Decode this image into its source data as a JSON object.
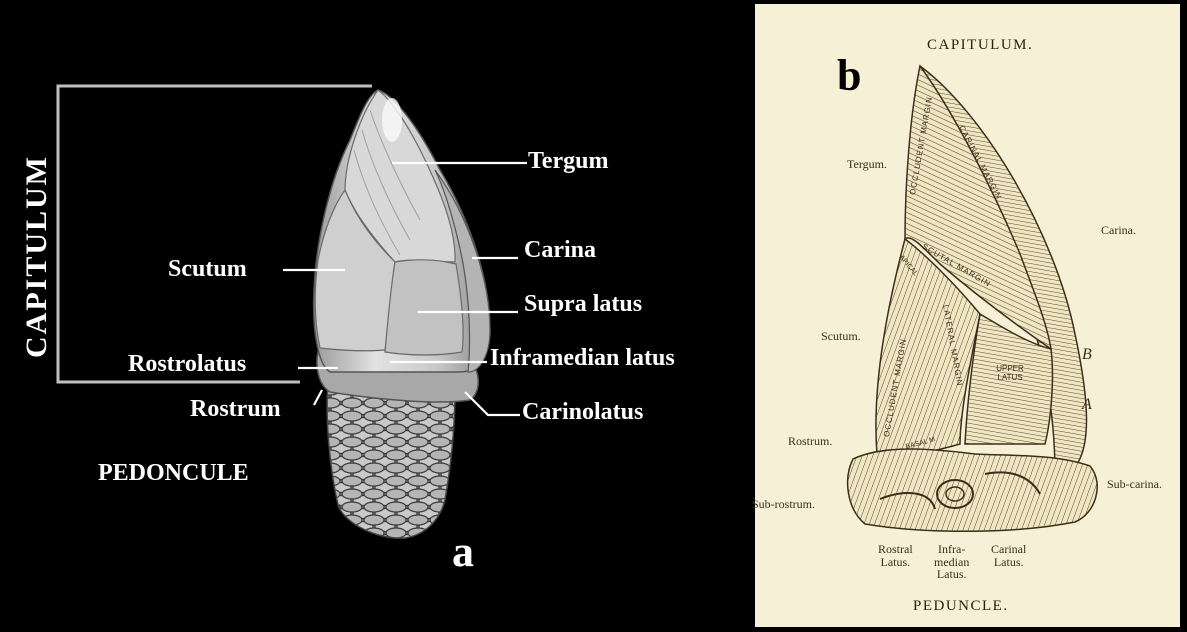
{
  "panel_a": {
    "panel_letter": "a",
    "side_label": "CAPITULUM",
    "labels": {
      "tergum": "Tergum",
      "scutum": "Scutum",
      "carina": "Carina",
      "supra_latus": "Supra latus",
      "rostrolatus": "Rostrolatus",
      "inframedian_latus": "Inframedian latus",
      "rostrum": "Rostrum",
      "carinolatus": "Carinolatus",
      "pedoncule": "PEDONCULE"
    }
  },
  "panel_b": {
    "panel_letter": "b",
    "header": "CAPITULUM.",
    "footer": "PEDUNCLE.",
    "labels": {
      "tergum": "Tergum.",
      "carina": "Carina.",
      "scutum": "Scutum.",
      "rostrum": "Rostrum.",
      "sub_rostrum": "Sub-rostrum.",
      "sub_carina": "Sub-carina.",
      "rostral_latus": "Rostral\nLatus.",
      "inframedian_latus": "Infra-\nmedian\nLatus.",
      "carinal_latus": "Carinal\nLatus."
    },
    "plate_annotations": {
      "occludent_margin_top": "OCCLUDENT MARGIN",
      "carinal_margin": "CARINAL MARGIN",
      "scutal_margin": "SCUTAL MARGIN",
      "apical_margin": "APICAL",
      "lateral_margin": "LATERAL MARGIN",
      "occludent_margin_bottom": "OCCLUDENT MARGIN",
      "basal_margin": "BASAL M",
      "upper_latus": "UPPER LATUS",
      "letter_b": "B",
      "letter_a": "A"
    }
  }
}
